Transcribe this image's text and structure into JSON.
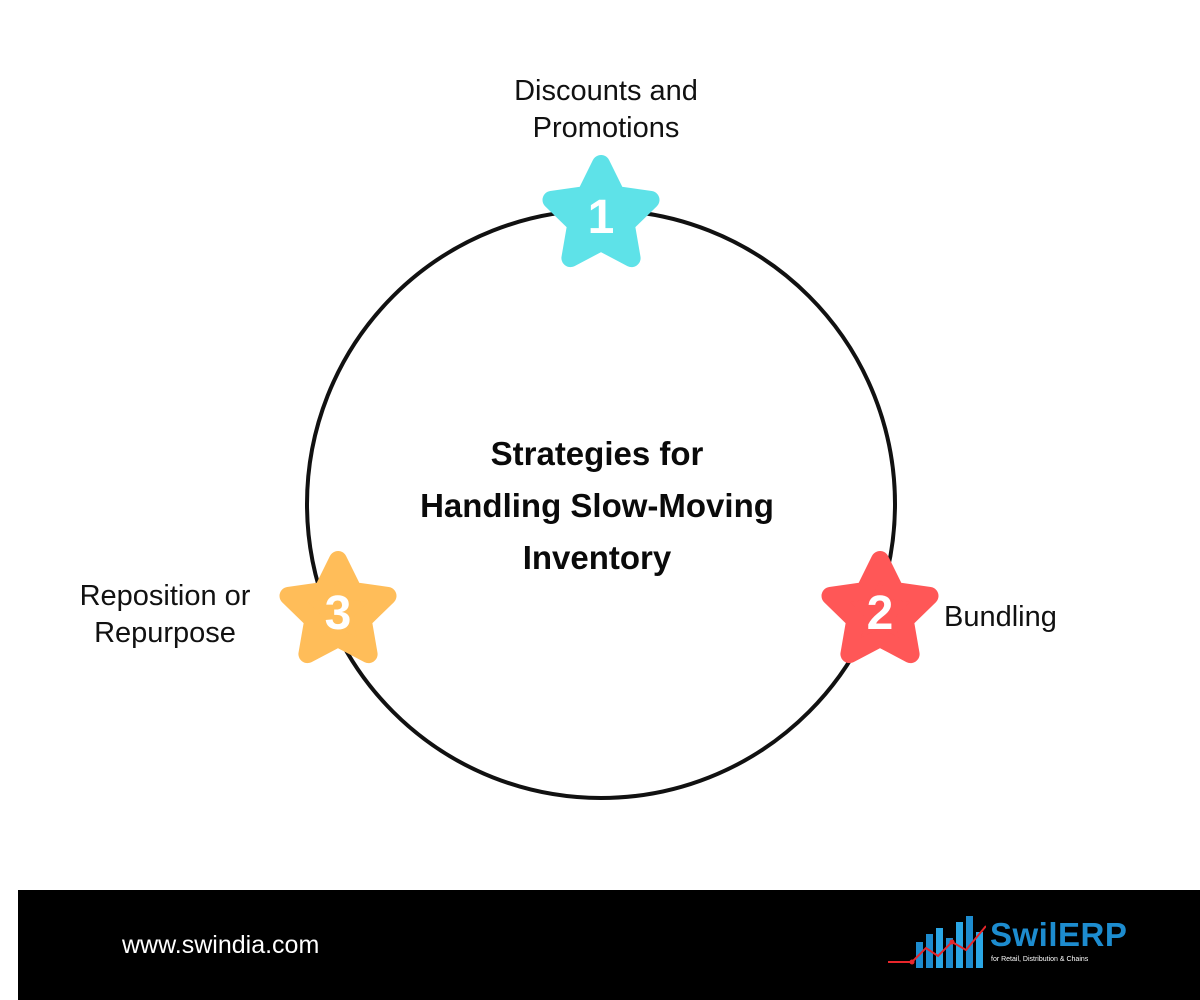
{
  "center_title": {
    "line1": "Strategies for",
    "line2": "Handling Slow-Moving",
    "line3": "Inventory"
  },
  "steps": [
    {
      "number": "1",
      "label_line1": "Discounts and",
      "label_line2": "Promotions",
      "color": "#5ee2e8"
    },
    {
      "number": "2",
      "label_line1": "Bundling",
      "label_line2": "",
      "color": "#ff5757"
    },
    {
      "number": "3",
      "label_line1": "Reposition or",
      "label_line2": "Repurpose",
      "color": "#ffbd59"
    }
  ],
  "footer": {
    "website": "www.swindia.com",
    "logo_name": "SwilERP",
    "logo_tagline": "for Retail, Distribution & Chains",
    "logo_colors": {
      "primary": "#1d8ccf",
      "accent": "#e8262b"
    }
  },
  "colors": {
    "circle": "#111111",
    "footer_bg": "#000000"
  }
}
